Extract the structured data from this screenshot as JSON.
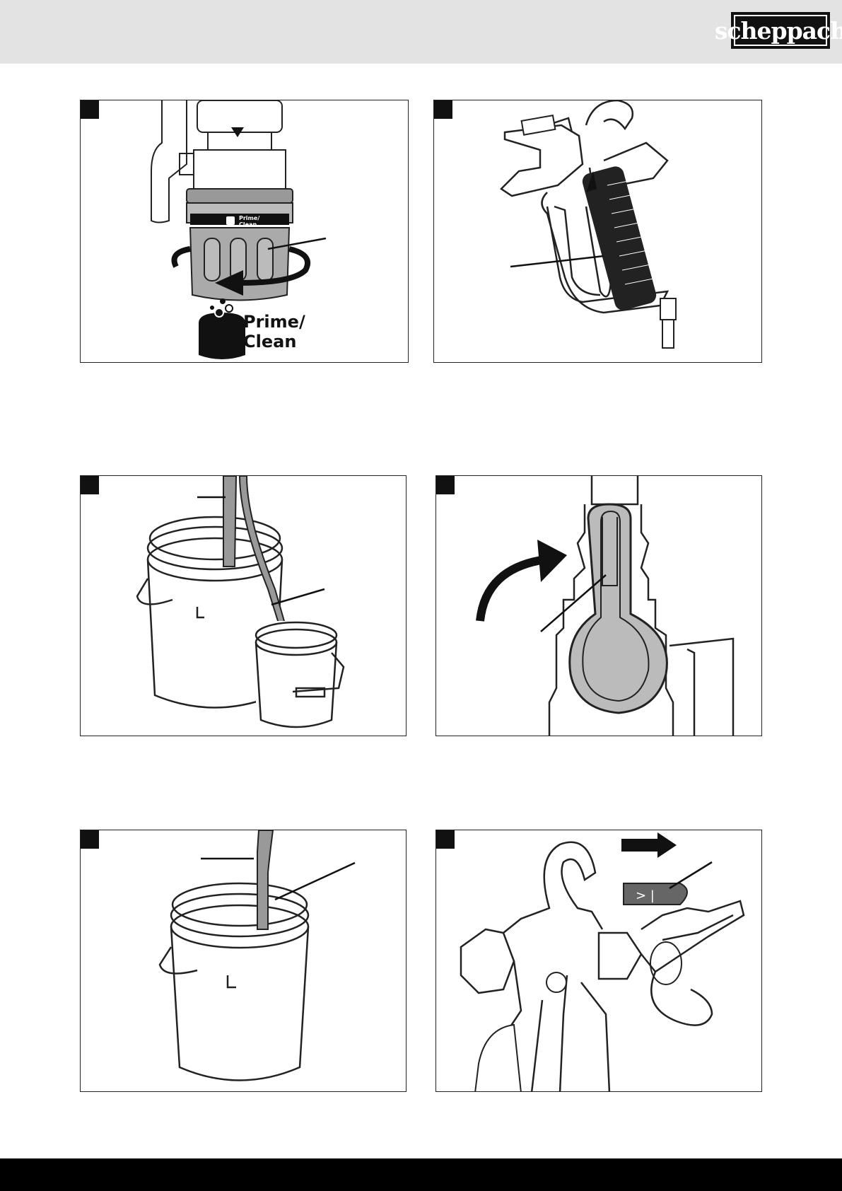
{
  "header": {
    "logo_text": "scheppach",
    "background_color": "#e3e3e3"
  },
  "figures": [
    {
      "id": "fig1",
      "badge_icon": "black-square-icon",
      "valve_label": "Prime/\nClean",
      "caption_line1": "Prime/",
      "caption_line2": "Clean",
      "icons": [
        "down-triangle-icon",
        "rotate-arrow-icon",
        "prime-clean-icon"
      ]
    },
    {
      "id": "fig2",
      "badge_icon": "black-square-icon",
      "icons": [
        "spray-gun-icon"
      ]
    },
    {
      "id": "fig3",
      "badge_icon": "black-square-icon",
      "icons": [
        "bucket-icon",
        "hose-icon"
      ]
    },
    {
      "id": "fig4",
      "badge_icon": "black-square-icon",
      "icons": [
        "curved-arrow-icon",
        "valve-lever-icon"
      ]
    },
    {
      "id": "fig5",
      "badge_icon": "black-square-icon",
      "icons": [
        "bucket-icon",
        "hose-icon"
      ]
    },
    {
      "id": "fig6",
      "badge_icon": "black-square-icon",
      "icons": [
        "right-arrow-icon",
        "spray-tip-icon"
      ]
    }
  ],
  "footer": {
    "background_color": "#000000"
  }
}
